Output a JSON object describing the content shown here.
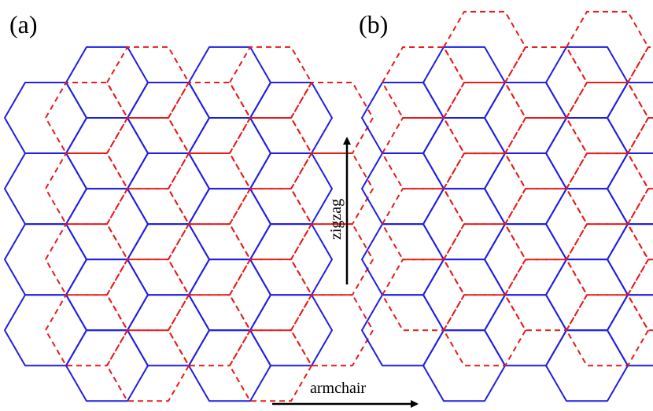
{
  "panels": [
    {
      "label": "(a)"
    },
    {
      "label": "(b)"
    }
  ],
  "axes": {
    "vertical_label": "zigzag",
    "horizontal_label": "armchair"
  },
  "colors": {
    "bottom_layer": "#1f1fe0",
    "top_layer": "#e51c1c",
    "arrows": "#000000"
  },
  "legend": []
}
